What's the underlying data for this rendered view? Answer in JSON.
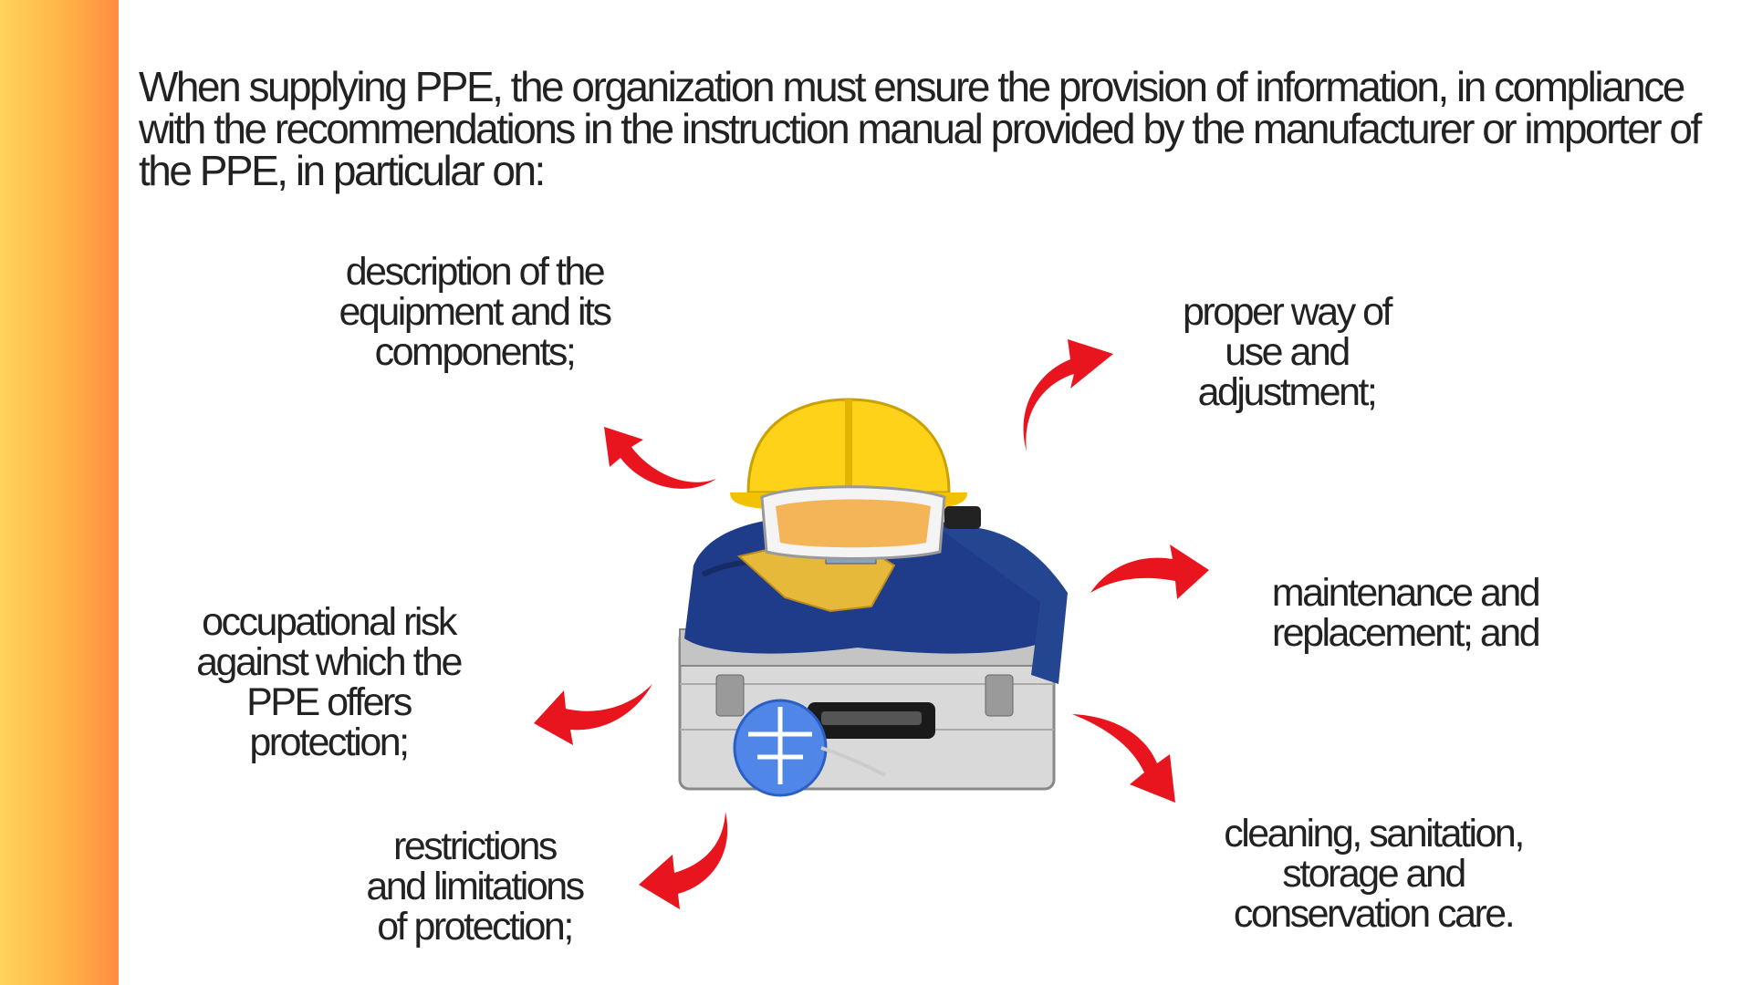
{
  "heading": "When supplying PPE, the organization must ensure the provision of information, in compliance with the recommendations in the instruction manual provided by the manufacturer or importer of the PPE, in particular on:",
  "items": [
    {
      "text": "description of the\nequipment and its\ncomponents;"
    },
    {
      "text": "proper way of\nuse and\nadjustment;"
    },
    {
      "text": "maintenance and\nreplacement; and"
    },
    {
      "text": "occupational risk\nagainst which the\nPPE offers\nprotection;"
    },
    {
      "text": "restrictions\nand limitations\nof protection;"
    },
    {
      "text": "cleaning, sanitation,\nstorage and\nconservation care."
    }
  ],
  "colors": {
    "accent_bar_start": "#ffd35a",
    "accent_bar_end": "#ff8c42",
    "arrow": "#e8141e",
    "text": "#222222"
  },
  "icons": [
    "curved-arrow-icon",
    "hard-hat-icon",
    "safety-goggles-icon",
    "work-gloves-icon",
    "respirator-mask-icon",
    "tool-case-icon"
  ]
}
